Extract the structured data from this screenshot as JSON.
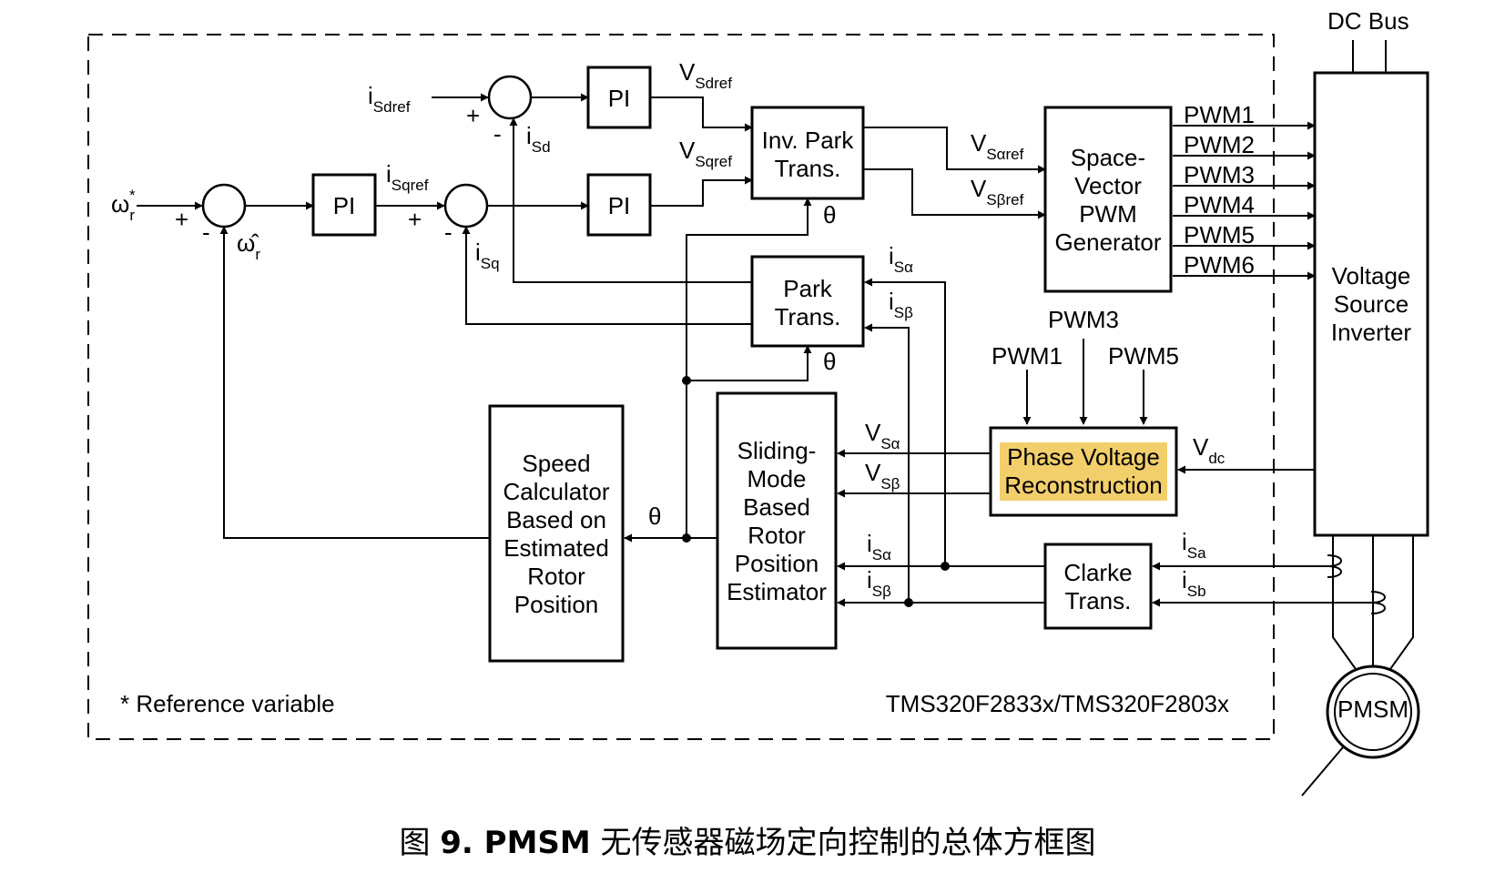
{
  "blocks": {
    "pi1": "PI",
    "pi2": "PI",
    "pi3": "PI",
    "inv_park": [
      "Inv. Park",
      "Trans."
    ],
    "park": [
      "Park",
      "Trans."
    ],
    "svpwm": [
      "Space-",
      "Vector",
      "PWM",
      "Generator"
    ],
    "vsi": [
      "Voltage",
      "Source",
      "Inverter"
    ],
    "phase_voltage": [
      "Phase Voltage",
      "Reconstruction"
    ],
    "clarke": [
      "Clarke",
      "Trans."
    ],
    "smo": [
      "Sliding-",
      "Mode",
      "Based",
      "Rotor",
      "Position",
      "Estimator"
    ],
    "speed_calc": [
      "Speed",
      "Calculator",
      "Based on",
      "Estimated",
      "Rotor",
      "Position"
    ],
    "motor": "PMSM"
  },
  "signals": {
    "pwm_outputs": [
      "PWM1",
      "PWM2",
      "PWM3",
      "PWM4",
      "PWM5",
      "PWM6"
    ],
    "pwm_feedback": [
      "PWM1",
      "PWM3",
      "PWM5"
    ],
    "dc_bus": "DC Bus",
    "theta": "θ",
    "plus": "+",
    "minus": "-",
    "i_sdref": {
      "main": "i",
      "sub": "Sdref"
    },
    "i_sd": {
      "main": "i",
      "sub": "Sd"
    },
    "i_sqref": {
      "main": "i",
      "sub": "Sqref"
    },
    "i_sq": {
      "main": "i",
      "sub": "Sq"
    },
    "v_sdref": {
      "main": "V",
      "sub": "Sdref"
    },
    "v_sqref": {
      "main": "V",
      "sub": "Sqref"
    },
    "v_salpharef": {
      "main": "V",
      "sub": "Sαref"
    },
    "v_sbetaref": {
      "main": "V",
      "sub": "Sβref"
    },
    "i_salpha": {
      "main": "i",
      "sub": "Sα"
    },
    "i_sbeta": {
      "main": "i",
      "sub": "Sβ"
    },
    "v_salpha": {
      "main": "V",
      "sub": "Sα"
    },
    "v_sbeta": {
      "main": "V",
      "sub": "Sβ"
    },
    "v_dc": {
      "main": "V",
      "sub": "dc"
    },
    "i_sa": {
      "main": "i",
      "sub": "Sa"
    },
    "i_sb": {
      "main": "i",
      "sub": "Sb"
    },
    "omega_ref": {
      "main": "ω",
      "sub": "r",
      "sup": "*"
    },
    "omega_hat": {
      "main": "ω̂",
      "sub": "r"
    }
  },
  "notes": {
    "reference": "* Reference variable",
    "chip": "TMS320F2833x/TMS320F2803x"
  },
  "caption": {
    "prefix": "图 ",
    "bold": "9. PMSM",
    "rest": " 无传感器磁场定向控制的总体方框图"
  },
  "colors": {
    "highlight": "#f3cf6b",
    "line": "#000000"
  }
}
